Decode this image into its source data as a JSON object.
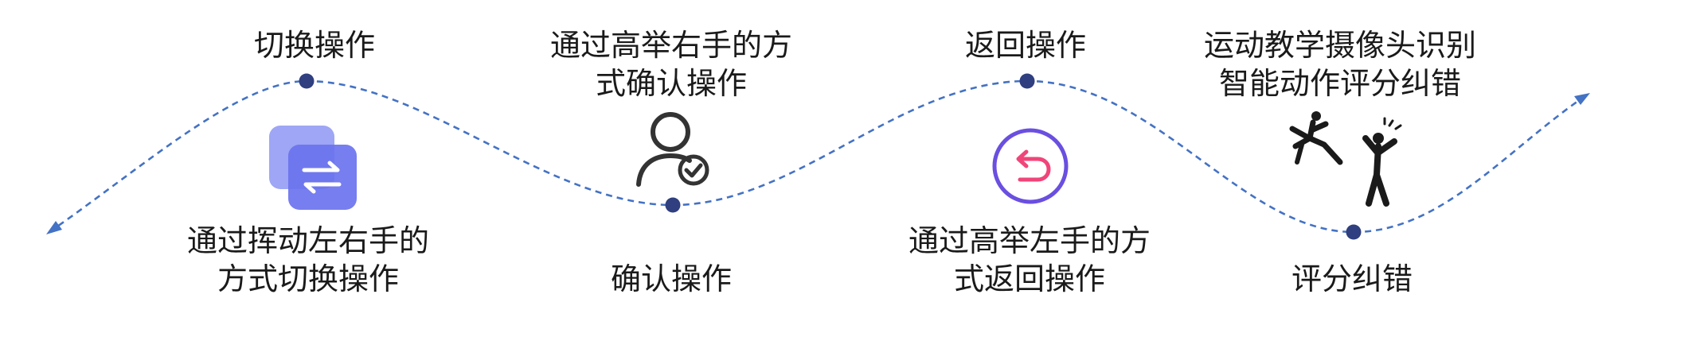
{
  "steps": [
    {
      "top_lines": [
        "切换操作"
      ],
      "bottom_lines": [
        "通过挥动左右手的",
        "方式切换操作"
      ],
      "icon": "switch-arrows-icon"
    },
    {
      "top_lines": [
        "通过高举右手的方",
        "式确认操作"
      ],
      "bottom_lines": [
        "确认操作"
      ],
      "icon": "user-check-icon"
    },
    {
      "top_lines": [
        "返回操作"
      ],
      "bottom_lines": [
        "通过高举左手的方",
        "式返回操作"
      ],
      "icon": "return-arrow-icon"
    },
    {
      "top_lines": [
        "运动教学摄像头识别",
        "智能动作评分纠错"
      ],
      "bottom_lines": [
        "评分纠错"
      ],
      "icon": "exercise-figures-icon"
    }
  ],
  "colors": {
    "curve": "#4472C4",
    "node": "#2F3F7F",
    "switch_back": "#9EA6F5",
    "switch_front": "#6B73EE",
    "return_ring": "#6A4FE0",
    "return_arrow": "#F0457A",
    "figure": "#1a1a1a"
  }
}
